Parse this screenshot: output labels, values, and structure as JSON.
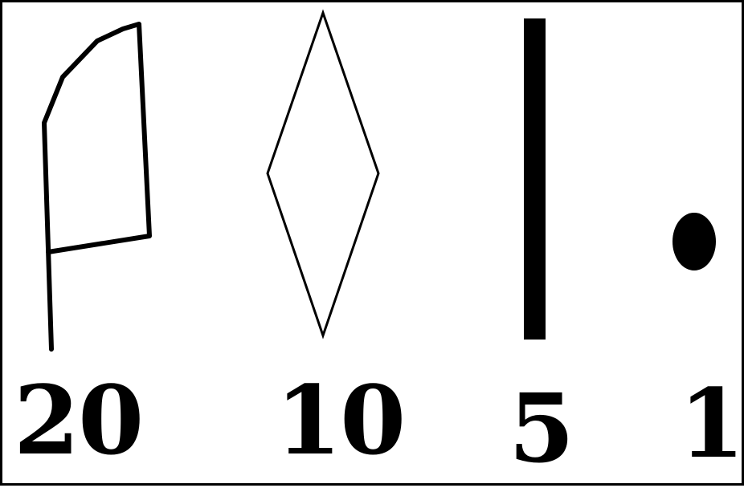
{
  "glyphs": [
    {
      "name": "flag",
      "value": "20"
    },
    {
      "name": "diamond",
      "value": "10"
    },
    {
      "name": "bar",
      "value": "5"
    },
    {
      "name": "dot",
      "value": "1"
    }
  ],
  "colors": {
    "ink": "#000000",
    "background": "#ffffff"
  }
}
